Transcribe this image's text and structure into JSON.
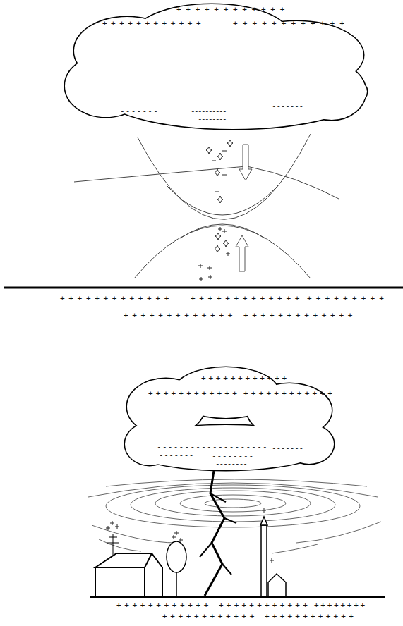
{
  "diagram": {
    "labels": [
      "++++++++++++",
      "++++++++++++",
      "++++++++++++",
      "--------------------",
      "-------",
      "-------",
      "----------",
      "--------",
      "+++++++++++++",
      "+++++++++++++",
      "+++++++++",
      "+++++++++++++",
      "+++++++++++++",
      "++++++++++++",
      "++++++++++++",
      "++++++++++++",
      "--------------------",
      "-------",
      "-------",
      "--------",
      "--------",
      "++++++++++++",
      "++++++++++++",
      "++++++++",
      "++++++++++++",
      "++++++++++++"
    ]
  }
}
